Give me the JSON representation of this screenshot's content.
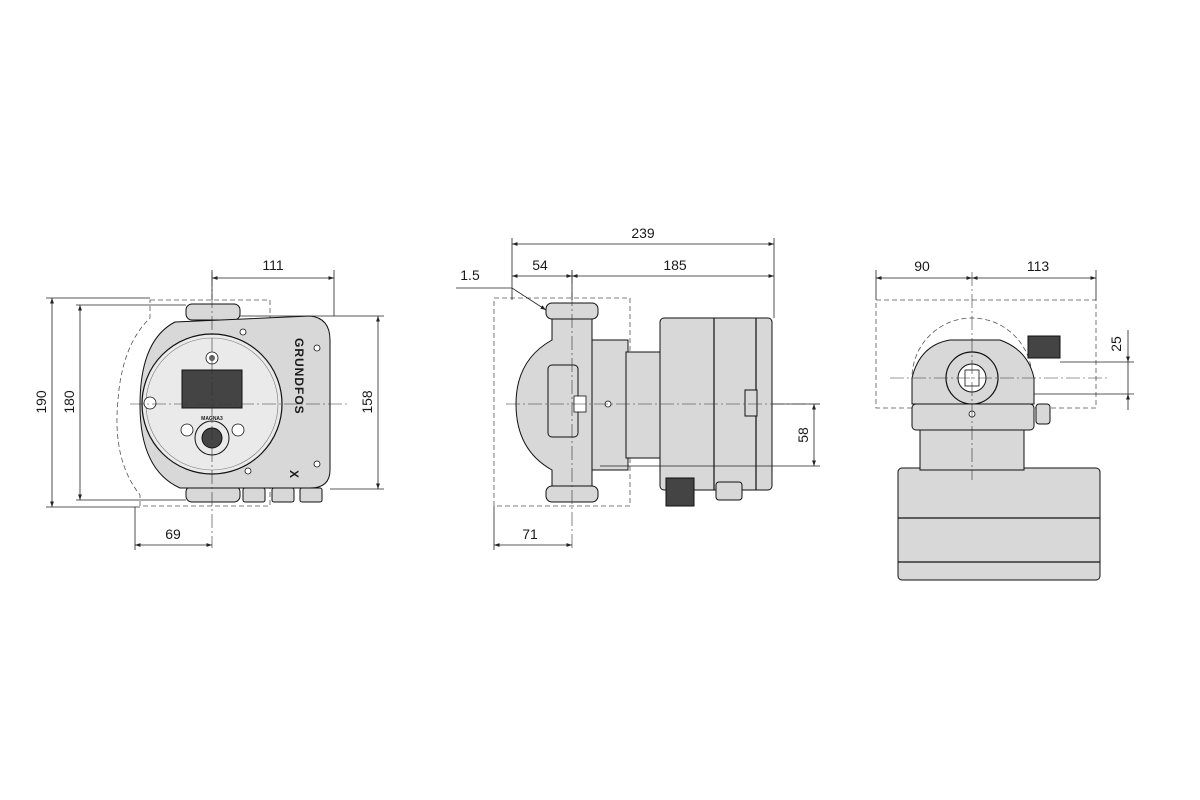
{
  "drawing": {
    "front_view": {
      "dim_top": "111",
      "dim_left_outer": "190",
      "dim_left_inner": "180",
      "dim_right": "158",
      "dim_bottom": "69",
      "brand_logo": "GRUNDFOS",
      "product_label": "MAGNA3"
    },
    "side_view": {
      "dim_total": "239",
      "dim_left": "54",
      "dim_right": "185",
      "dim_wall": "1.5",
      "dim_height": "58",
      "dim_bottom": "71"
    },
    "top_view": {
      "dim_left": "90",
      "dim_right": "113",
      "dim_vertical": "25"
    }
  }
}
